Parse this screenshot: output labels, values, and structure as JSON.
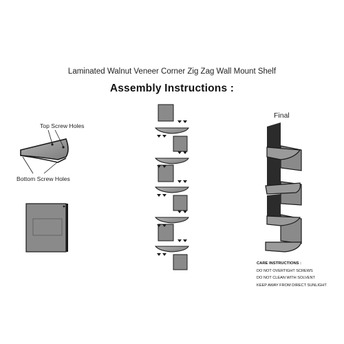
{
  "header": {
    "subtitle": "Laminated Walnut Veneer Corner Zig Zag Wall Mount Shelf",
    "title": "Assembly Instructions :"
  },
  "left_panel": {
    "top_label": "Top Screw Holes",
    "bottom_label": "Bottom Screw Holes"
  },
  "final_panel": {
    "label": "Final"
  },
  "care": {
    "heading": "CARE INSTRUCTIONS :",
    "items": [
      "DO NOT OVERTIGHT SCREWS",
      "DO NOT CLEAN WITH SOLVENT",
      "KEEP AWAY FROM DIRECT SUNLIGHT"
    ]
  },
  "colors": {
    "panel_gray": "#8a8a8a",
    "panel_dark": "#2b2b2b",
    "outline": "#1a1a1a"
  }
}
